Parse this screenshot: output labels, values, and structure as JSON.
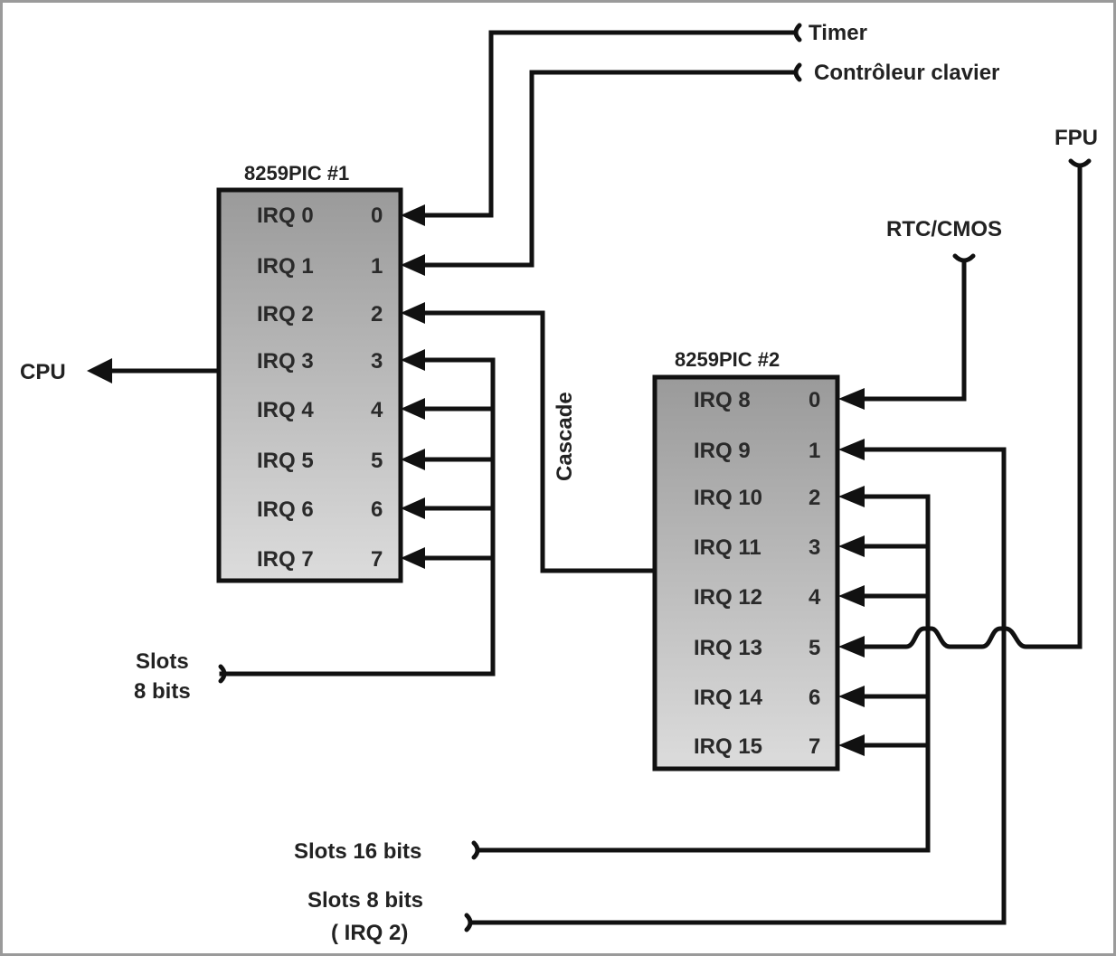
{
  "pic1": {
    "title": "8259PIC #1",
    "rows": [
      {
        "irq": "IRQ 0",
        "pin": "0"
      },
      {
        "irq": "IRQ 1",
        "pin": "1"
      },
      {
        "irq": "IRQ 2",
        "pin": "2"
      },
      {
        "irq": "IRQ 3",
        "pin": "3"
      },
      {
        "irq": "IRQ 4",
        "pin": "4"
      },
      {
        "irq": "IRQ 5",
        "pin": "5"
      },
      {
        "irq": "IRQ 6",
        "pin": "6"
      },
      {
        "irq": "IRQ 7",
        "pin": "7"
      }
    ]
  },
  "pic2": {
    "title": "8259PIC #2",
    "rows": [
      {
        "irq": "IRQ 8",
        "pin": "0"
      },
      {
        "irq": "IRQ 9",
        "pin": "1"
      },
      {
        "irq": "IRQ 10",
        "pin": "2"
      },
      {
        "irq": "IRQ 11",
        "pin": "3"
      },
      {
        "irq": "IRQ 12",
        "pin": "4"
      },
      {
        "irq": "IRQ 13",
        "pin": "5"
      },
      {
        "irq": "IRQ 14",
        "pin": "6"
      },
      {
        "irq": "IRQ 15",
        "pin": "7"
      }
    ]
  },
  "labels": {
    "timer": "Timer",
    "keyboard": "Contrôleur clavier",
    "fpu": "FPU",
    "rtc": "RTC/CMOS",
    "cpu": "CPU",
    "cascade": "Cascade",
    "slots8_line1": "Slots",
    "slots8_line2": "8 bits",
    "slots16": "Slots 16 bits",
    "slots8irq2_line1": "Slots 8 bits",
    "slots8irq2_line2": "( IRQ 2)"
  },
  "colors": {
    "chip_top": "#9a9a9a",
    "chip_bottom": "#dcdcdc",
    "line": "#111111"
  }
}
